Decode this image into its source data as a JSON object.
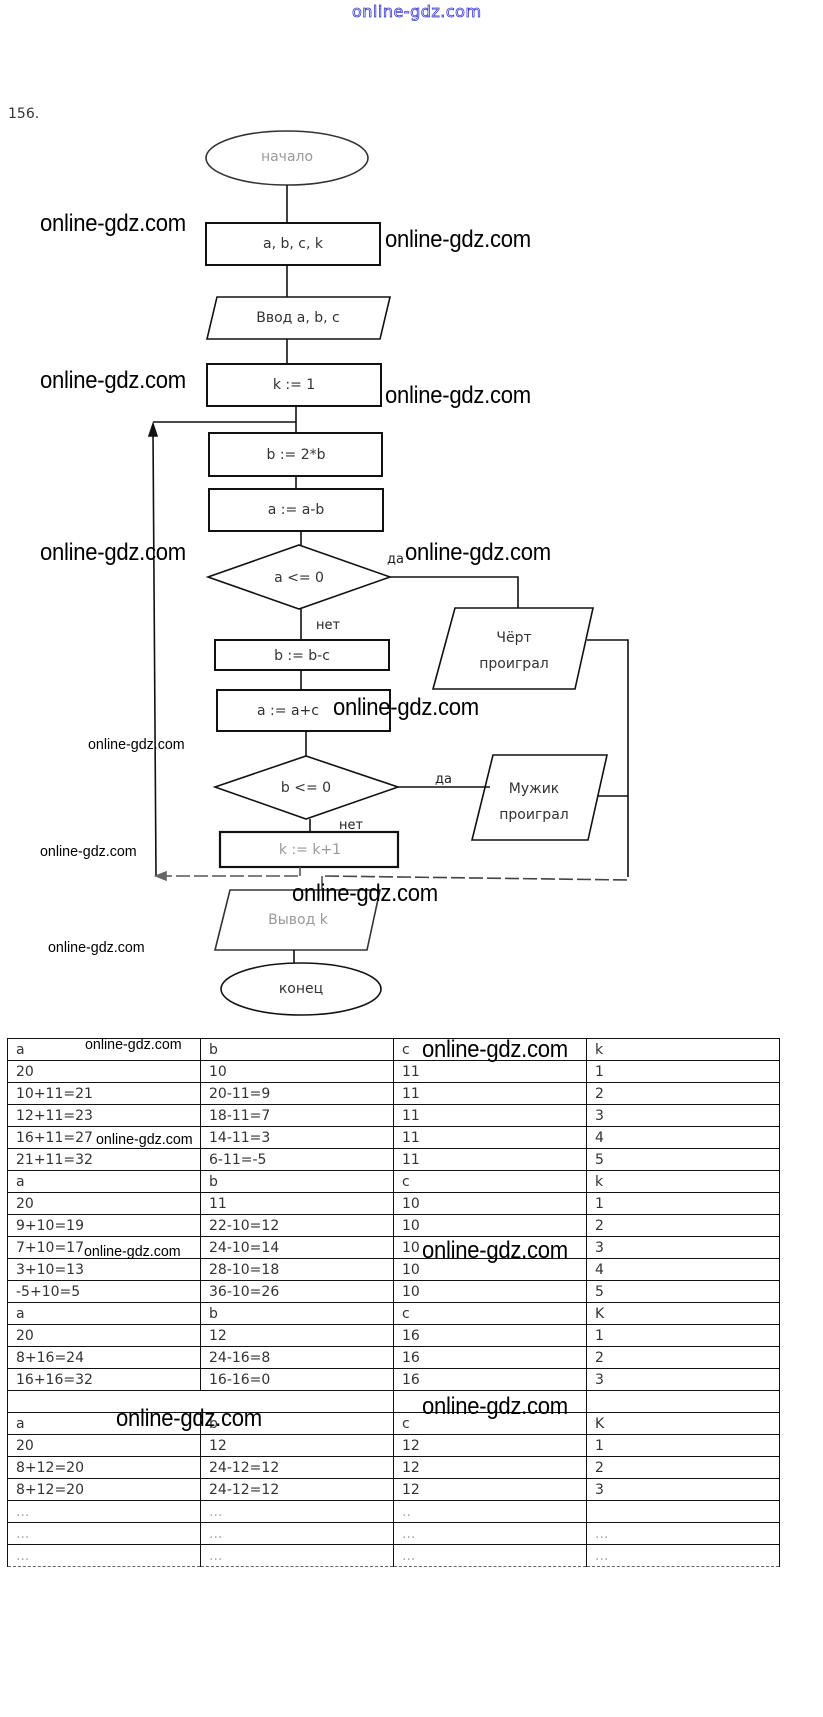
{
  "header": {
    "site": "online-gdz.com"
  },
  "task_number": "156.",
  "flowchart": {
    "start": "начало",
    "declare": "a, b, c, k",
    "input": "Ввод a, b, c",
    "init_k": "k := 1",
    "double_b": "b := 2*b",
    "a_minus_b": "a := a-b",
    "cond_a": "a <= 0",
    "yes_label_1": "да",
    "no_label_1": "нет",
    "devil_lost_line1": "Чёрт",
    "devil_lost_line2": "проиграл",
    "b_minus_c": "b := b-c",
    "a_plus_c": "a := a+c",
    "cond_b": "b <= 0",
    "yes_label_2": "да",
    "no_label_2": "нет",
    "man_lost_line1": "Мужик",
    "man_lost_line2": "проиграл",
    "inc_k": "k := k+1",
    "output": "Вывод k",
    "end": "конец"
  },
  "watermarks": [
    "online-gdz.com",
    "online-gdz.com",
    "online-gdz.com",
    "online-gdz.com",
    "online-gdz.com",
    "online-gdz.com",
    "online-gdz.com",
    "online-gdz.com",
    "online-gdz.com",
    "online-gdz.com",
    "online-gdz.com",
    "online-gdz.com",
    "online-gdz.com",
    "online-gdz.com",
    "online-gdz.com",
    "online-gdz.com",
    "online-gdz.com",
    "online-gdz.com"
  ],
  "trace_table": {
    "rows": [
      [
        "a",
        "b",
        "c",
        "k"
      ],
      [
        "20",
        "10",
        "11",
        "1"
      ],
      [
        "10+11=21",
        "20-11=9",
        "11",
        "2"
      ],
      [
        "12+11=23",
        "18-11=7",
        "11",
        "3"
      ],
      [
        "16+11=27",
        "14-11=3",
        "11",
        "4"
      ],
      [
        "21+11=32",
        "6-11=-5",
        "11",
        "5"
      ],
      [
        "a",
        "b",
        "c",
        "k"
      ],
      [
        "20",
        "11",
        "10",
        "1"
      ],
      [
        "9+10=19",
        "22-10=12",
        "10",
        "2"
      ],
      [
        "7+10=17",
        "24-10=14",
        "10",
        "3"
      ],
      [
        "3+10=13",
        "28-10=18",
        "10",
        "4"
      ],
      [
        "-5+10=5",
        "36-10=26",
        "10",
        "5"
      ],
      [
        "a",
        "b",
        "c",
        "K"
      ],
      [
        "20",
        "12",
        "16",
        "1"
      ],
      [
        "8+16=24",
        "24-16=8",
        "16",
        "2"
      ],
      [
        "16+16=32",
        "16-16=0",
        "16",
        "3"
      ],
      [
        "",
        "",
        "",
        ""
      ],
      [
        "a",
        "b",
        "c",
        "K"
      ],
      [
        "20",
        "12",
        "12",
        "1"
      ],
      [
        "8+12=20",
        "24-12=12",
        "12",
        "2"
      ],
      [
        "8+12=20",
        "24-12=12",
        "12",
        "3"
      ],
      [
        "...",
        "...",
        "..",
        ""
      ],
      [
        "...",
        "...",
        "...",
        "..."
      ],
      [
        "...",
        "...",
        "...",
        "..."
      ]
    ]
  }
}
